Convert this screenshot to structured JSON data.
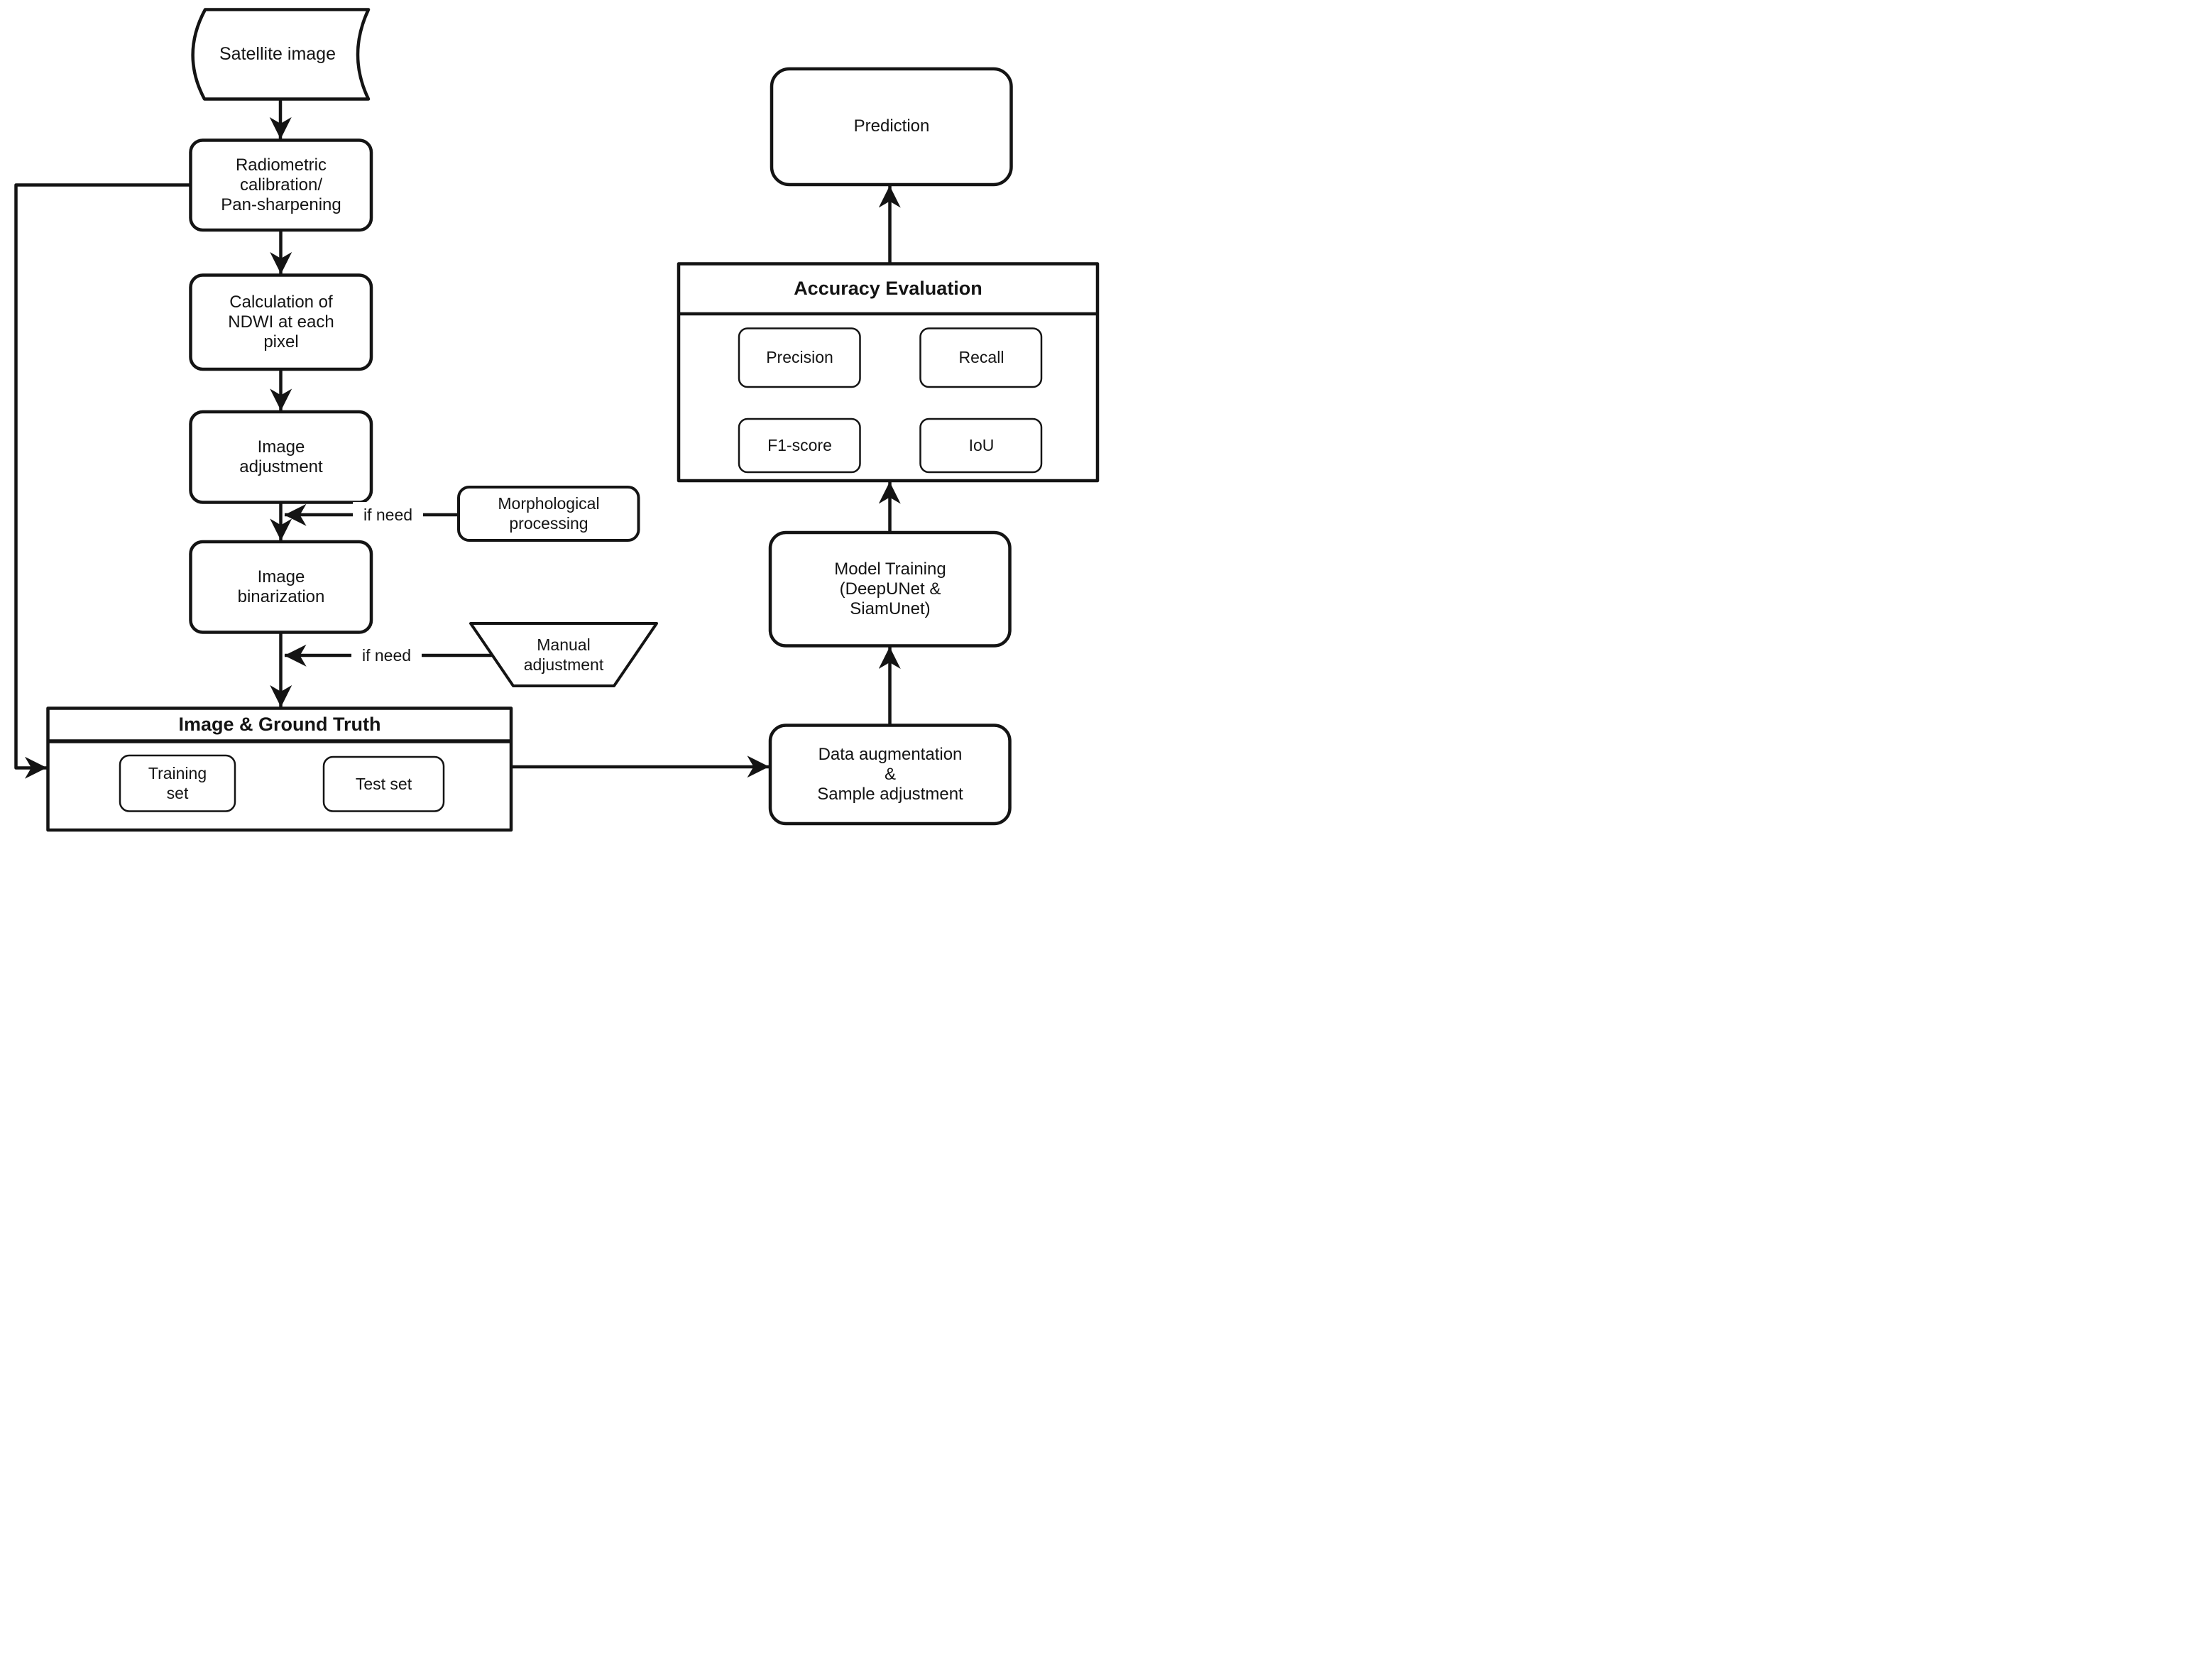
{
  "diagram": {
    "description": "Flowchart of satellite image processing and deep learning training pipeline",
    "colors": {
      "stroke": "#141414",
      "fill": "#ffffff",
      "background": "#ffffff",
      "text": "#141414"
    },
    "nodes": {
      "satellite_image": "Satellite image",
      "radiometric": "Radiometric\ncalibration/\nPan-sharpening",
      "ndwi": "Calculation of\nNDWI at each\npixel",
      "image_adjustment": "Image\nadjustment",
      "image_binarization": "Image\nbinarization",
      "morphological": "Morphological\nprocessing",
      "manual_adjustment": "Manual\nadjustment",
      "image_ground_truth_title": "Image & Ground Truth",
      "training_set": "Training\nset",
      "test_set": "Test set",
      "data_augmentation": "Data augmentation\n&\nSample adjustment",
      "model_training": "Model Training\n(DeepUNet &\nSiamUnet)",
      "accuracy_title": "Accuracy Evaluation",
      "precision": "Precision",
      "recall": "Recall",
      "f1_score": "F1-score",
      "iou": "IoU",
      "prediction": "Prediction"
    },
    "edge_labels": {
      "if_need_morphological": "if need",
      "if_need_manual": "if need"
    }
  }
}
